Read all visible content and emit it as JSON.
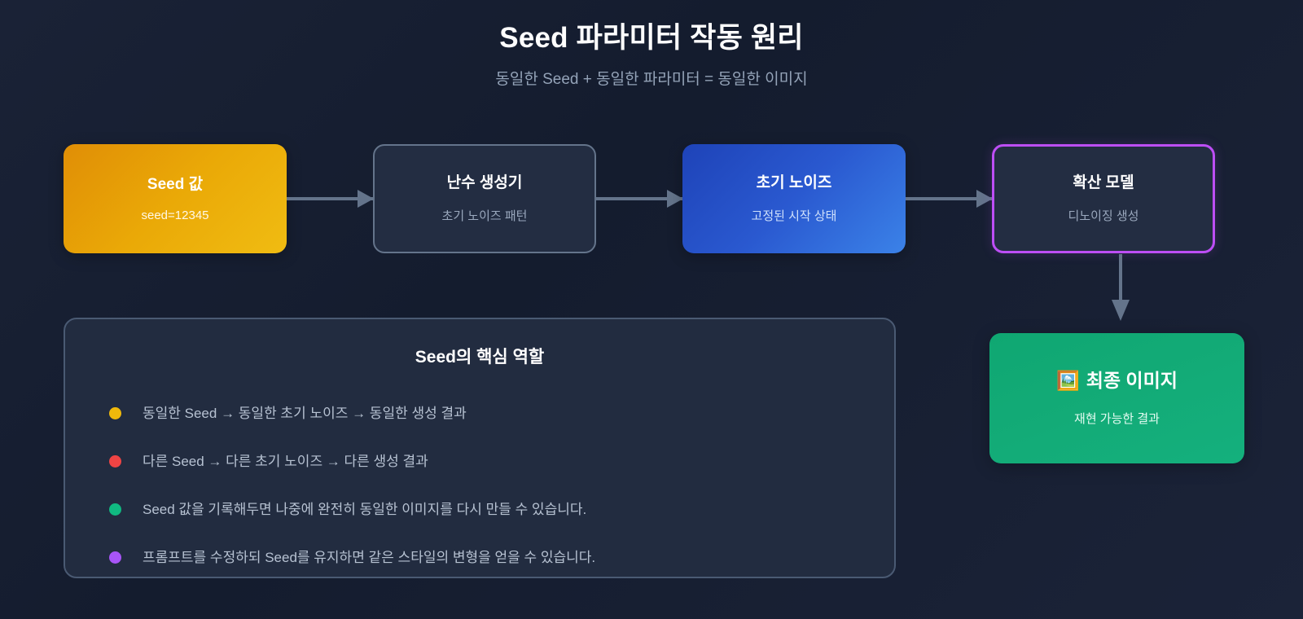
{
  "header": {
    "title": "Seed 파라미터 작동 원리",
    "subtitle": "동일한 Seed + 동일한 파라미터 = 동일한 이미지"
  },
  "flow": {
    "nodes": [
      {
        "id": "seed-value",
        "title": "Seed 값",
        "subtitle": "seed=12345",
        "style": "gradient-amber",
        "color": "#eaa907"
      },
      {
        "id": "random-generator",
        "title": "난수 생성기",
        "subtitle": "초기 노이즈 패턴",
        "style": "outlined-slate",
        "color": "#64748b"
      },
      {
        "id": "initial-noise",
        "title": "초기 노이즈",
        "subtitle": "고정된 시작 상태",
        "style": "gradient-blue",
        "color": "#2a59d0"
      },
      {
        "id": "diffusion-model",
        "title": "확산 모델",
        "subtitle": "디노이징 생성",
        "style": "outlined-purple",
        "color": "#bd4ef5"
      }
    ],
    "arrow_color": "#64748b"
  },
  "final_node": {
    "icon": "🖼️",
    "icon_name": "framed-picture-icon",
    "title": "최종 이미지",
    "subtitle": "재현 가능한 결과",
    "color": "#13ab77"
  },
  "roles_card": {
    "title": "Seed의 핵심 역할",
    "items": [
      {
        "text": "동일한 Seed → 동일한 초기 노이즈 → 동일한 생성 결과",
        "dot_color": "#f0b90b"
      },
      {
        "text": "다른 Seed → 다른 초기 노이즈 → 다른 생성 결과",
        "dot_color": "#ef4444"
      },
      {
        "text": "Seed 값을 기록해두면 나중에 완전히 동일한 이미지를 다시 만들 수 있습니다.",
        "dot_color": "#10b981"
      },
      {
        "text": "프롬프트를 수정하되 Seed를 유지하면 같은 스타일의 변형을 얻을 수 있습니다.",
        "dot_color": "#a855f7"
      }
    ]
  }
}
